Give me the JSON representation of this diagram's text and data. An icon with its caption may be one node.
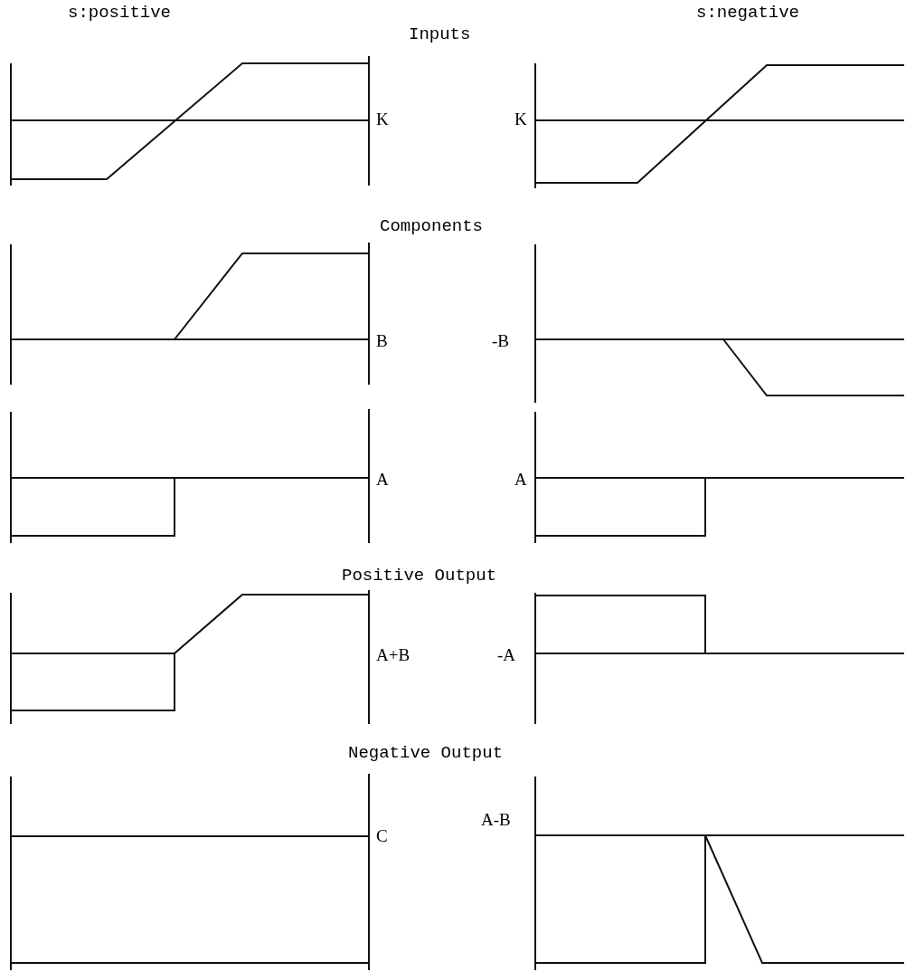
{
  "diagram": {
    "labels": [
      "s:positive",
      "s:negative",
      "Inputs",
      "K",
      "K",
      "Components",
      "B",
      "-B",
      "A",
      "A",
      "Positive Output",
      "A+B",
      "-A",
      "Negative Output",
      "C",
      "A-B"
    ]
  }
}
